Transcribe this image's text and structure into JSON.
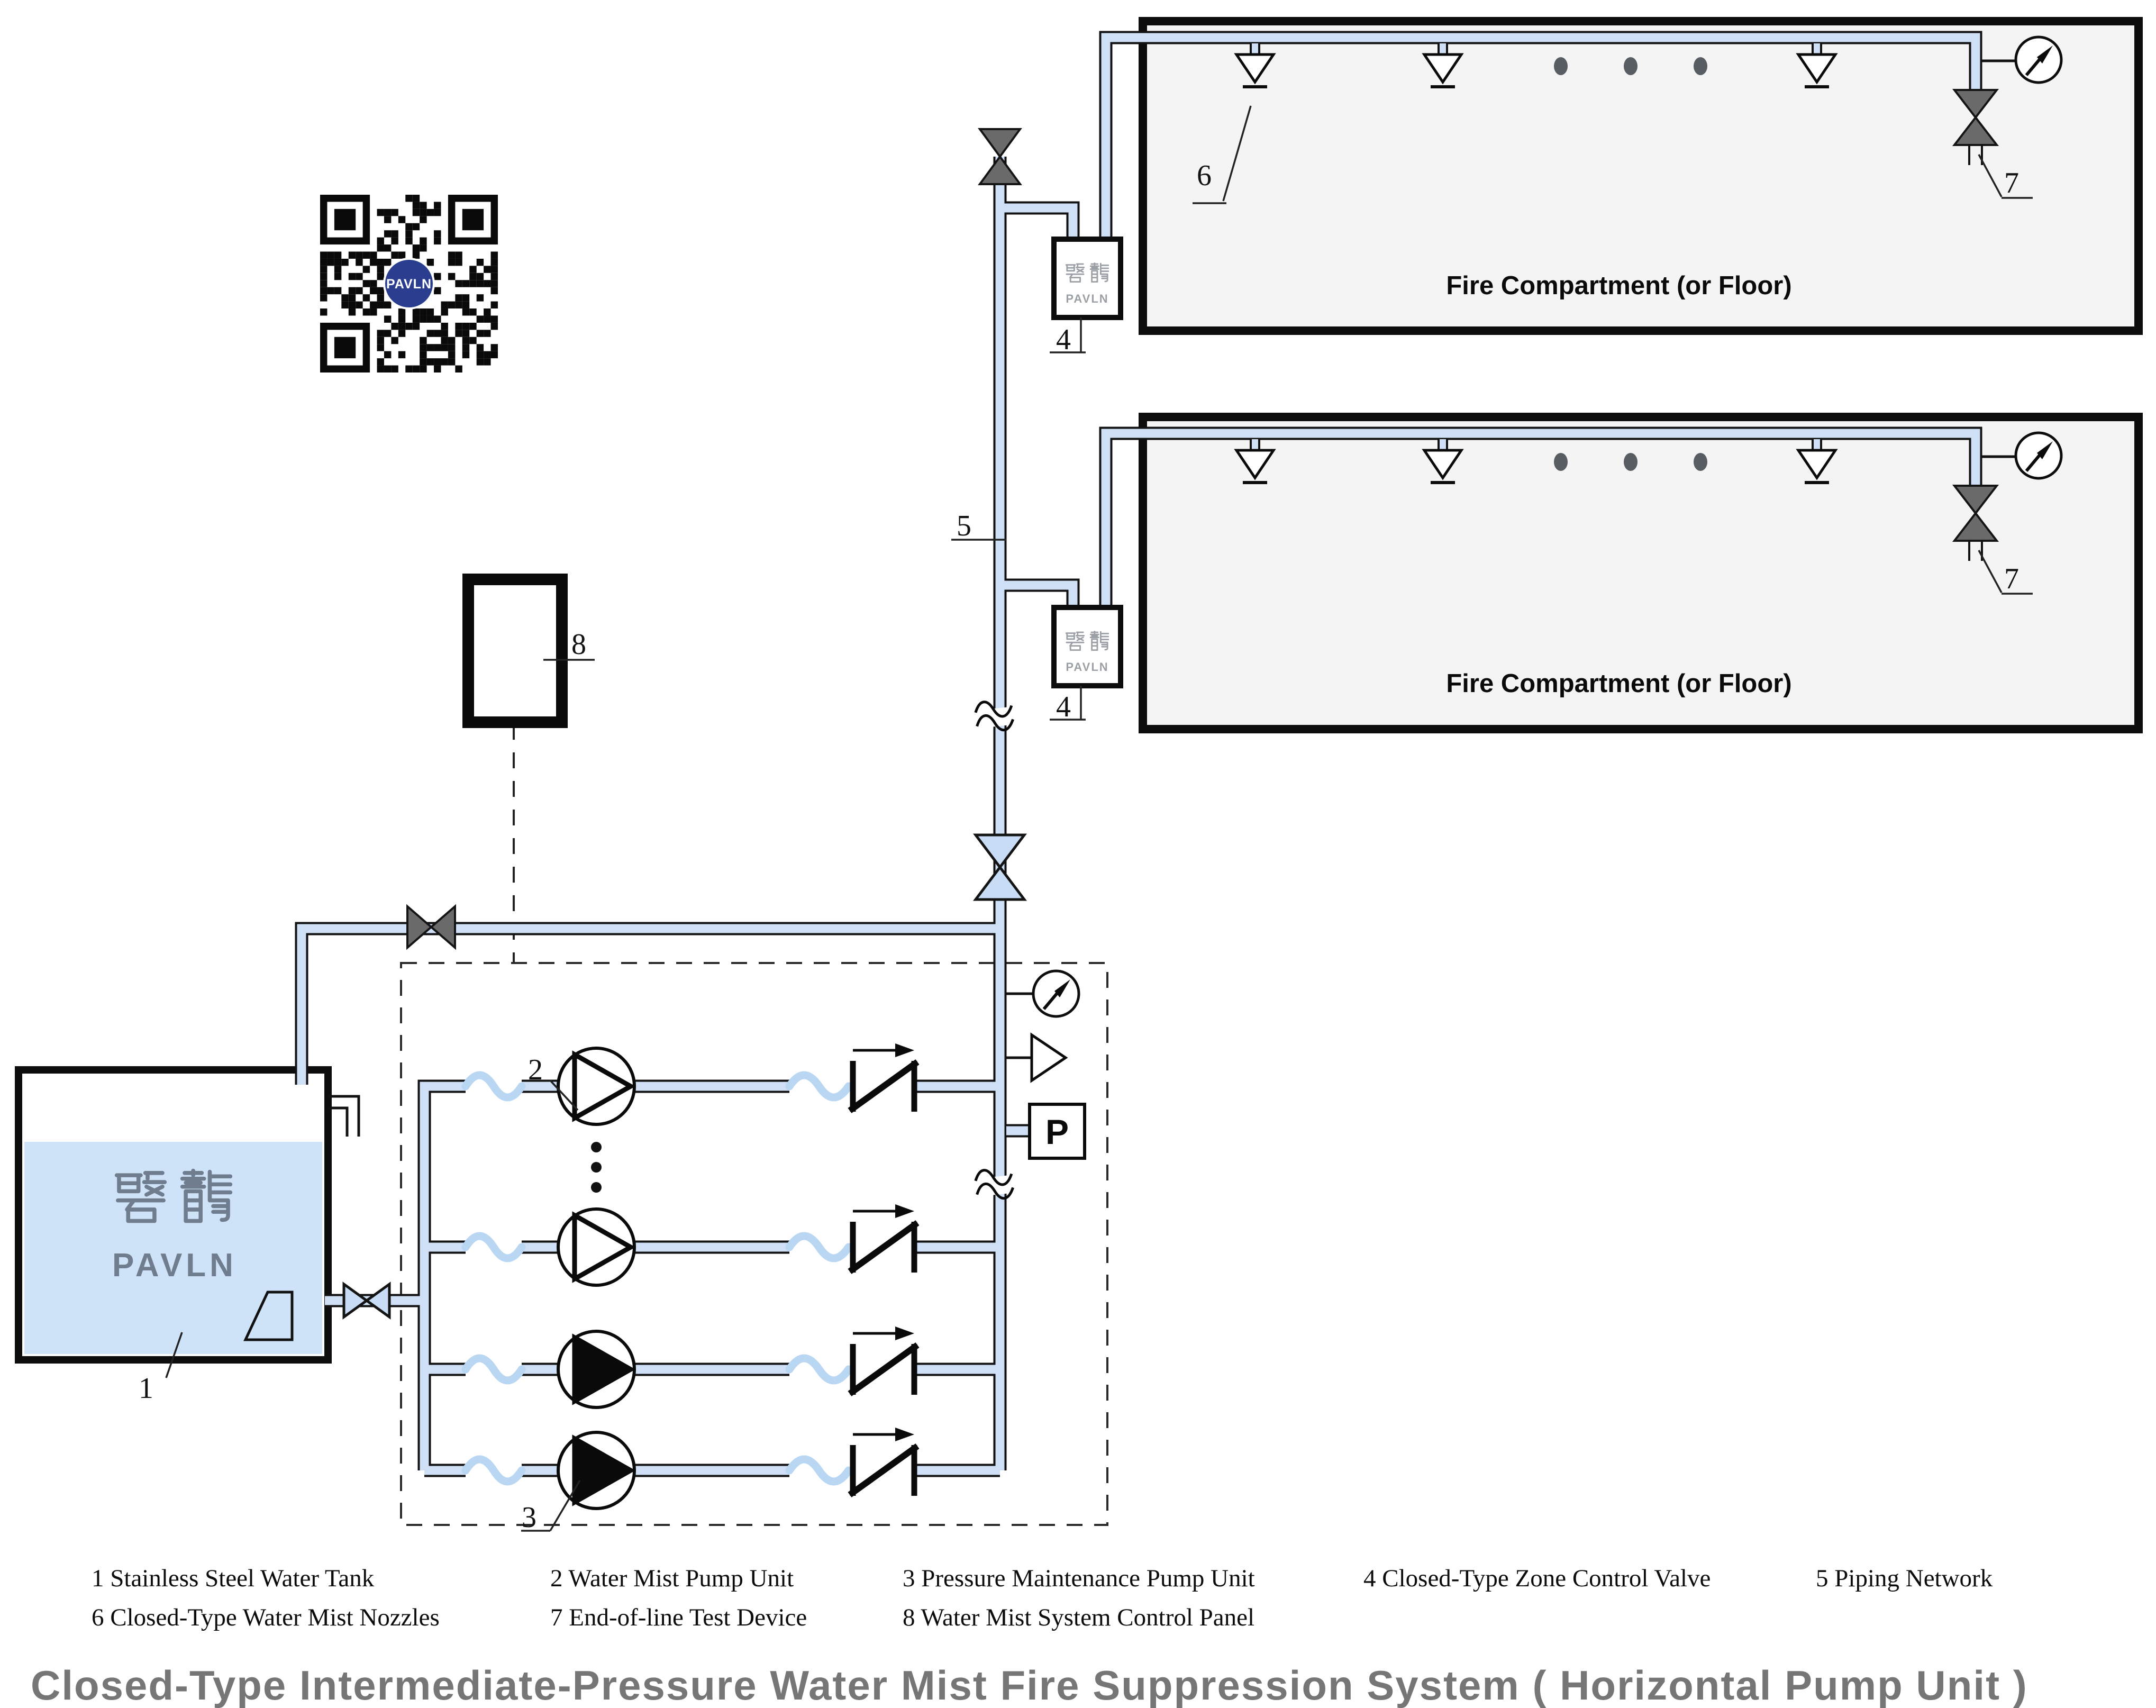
{
  "title": "Closed-Type Intermediate-Pressure Water Mist Fire Suppression System ( Horizontal Pump Unit )",
  "compartments": {
    "label": "Fire Compartment (or Floor)"
  },
  "legend": {
    "items": [
      "1 Stainless Steel Water Tank",
      "2 Water Mist Pump Unit",
      "3 Pressure Maintenance Pump Unit",
      "4 Closed-Type Zone Control Valve",
      "5 Piping Network",
      "6 Closed-Type Water Mist Nozzles",
      "7 End-of-line Test Device",
      "8 Water Mist System Control Panel"
    ]
  },
  "labels": {
    "tank": "1",
    "pump_unit": "2",
    "jockey_pump": "3",
    "zone_valve": "4",
    "piping": "5",
    "nozzle": "6",
    "test_device": "7",
    "panel": "8"
  },
  "instruments": {
    "pressure_switch": "P"
  },
  "brand": {
    "cjk": "磐龍",
    "latin": "PAVLN"
  },
  "colors": {
    "pipe": "#cfe0f6",
    "pipe_outline": "#121212",
    "flex": "#b9d6f3",
    "valve_gray": "#6a6a6a",
    "valve_blue": "#c8dcf5",
    "water": "#cfe3f8",
    "compartment_fill": "#f4f4f4",
    "title_gray": "#767676",
    "brand_navy": "#2a3d8f",
    "logo_gray": "#6f7d8e"
  }
}
